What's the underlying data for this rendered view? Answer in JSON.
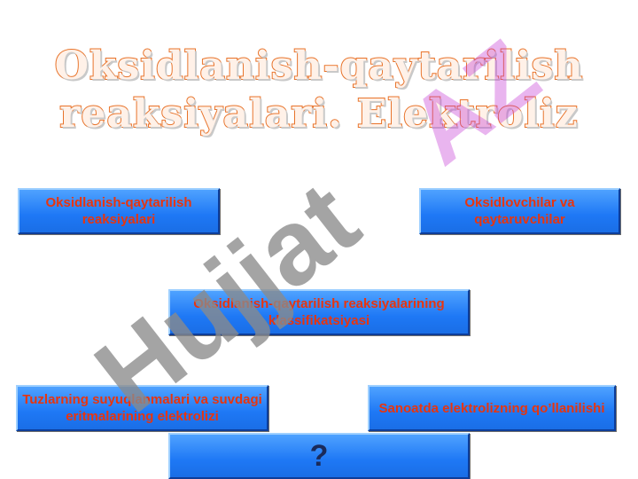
{
  "title": {
    "line1": "Oksidlanish-qaytarilish",
    "line2": "reaksiyalari. Elektroliz"
  },
  "buttons": {
    "b1": "Oksidlanish-qaytarilish reaksiyalari",
    "b2": "Oksidlovchilar va qaytaruvchilar",
    "b3": "Oksidlanish-qaytarilish reaksiyalarining  klassifikatsiyasi",
    "b4": "Tuzlarning suyuqlanmalari va suvdagi eritmalarining elektrolizi",
    "b5": "Sanoatda elektrolizning qo’llanilishi",
    "b6": "?"
  },
  "watermark": {
    "text": "Hujjat",
    "suffix": "AZ"
  },
  "colors": {
    "button_text": "#e8350e",
    "button_fill": "#1e78f5",
    "title_outline": "#e8732a"
  }
}
